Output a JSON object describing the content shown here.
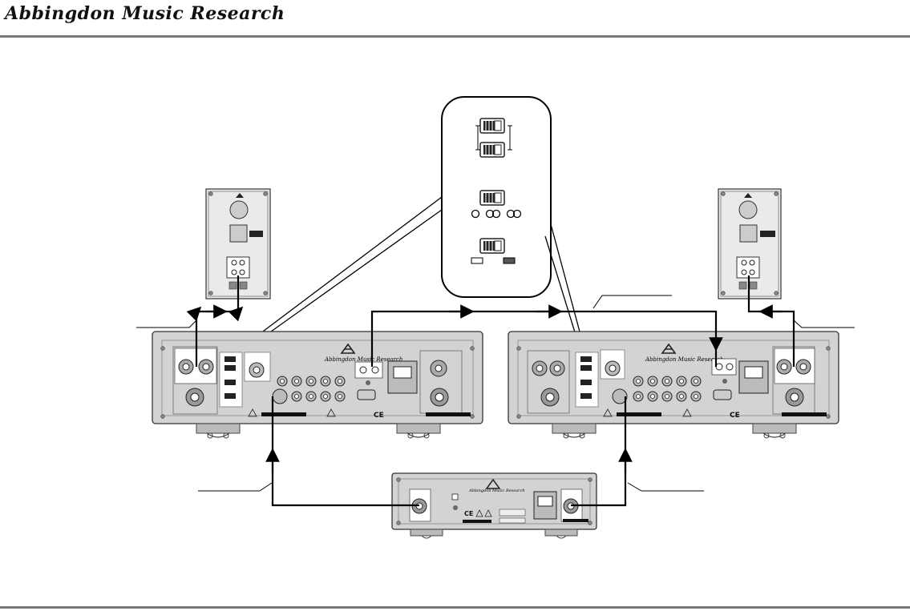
{
  "header": {
    "title": "Abbingdon Music Research"
  },
  "units": {
    "amp_left": {
      "logo_text": "Abbingdon Music Research"
    },
    "amp_right": {
      "logo_text": "Abbingdon Music Research"
    },
    "power_supply": {
      "logo_text": "Abbingdon Music Research"
    }
  },
  "colors": {
    "panel_fill": "#d3d3d3",
    "panel_dark": "#a9a9a9",
    "cable": "#000000",
    "rule": "#777777"
  }
}
